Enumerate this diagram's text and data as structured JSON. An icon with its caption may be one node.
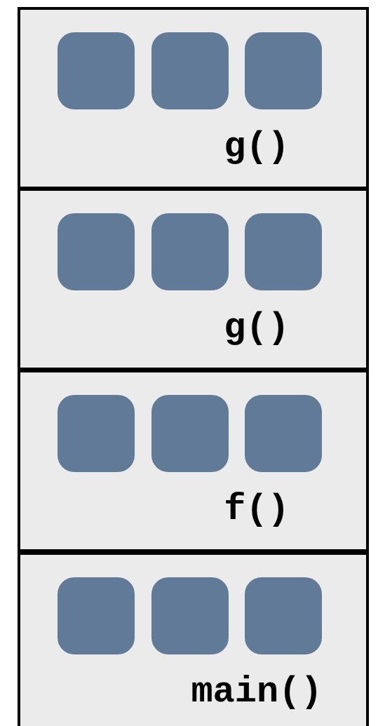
{
  "diagram": {
    "nodes": [
      {
        "text": [
          "g()"
        ]
      },
      {
        "text": [],
        "shape": "box",
        "in": 0
      },
      {
        "text": [],
        "shape": "box",
        "in": 0
      },
      {
        "text": [],
        "shape": "box",
        "in": 0
      },
      {
        "text": [
          "g()"
        ]
      },
      {
        "text": [],
        "shape": "box",
        "in": 4
      },
      {
        "text": [],
        "shape": "box",
        "in": 4
      },
      {
        "text": [],
        "shape": "box",
        "in": 4
      },
      {
        "text": [
          "f()"
        ]
      },
      {
        "text": [],
        "shape": "box",
        "in": 8
      },
      {
        "text": [],
        "shape": "box",
        "in": 8
      },
      {
        "text": [],
        "shape": "box",
        "in": 8
      },
      {
        "text": [
          "main()"
        ]
      },
      {
        "text": [],
        "shape": "box",
        "in": 12
      },
      {
        "text": [],
        "shape": "box",
        "in": 12
      },
      {
        "text": [],
        "shape": "box",
        "in": 12
      }
    ]
  }
}
